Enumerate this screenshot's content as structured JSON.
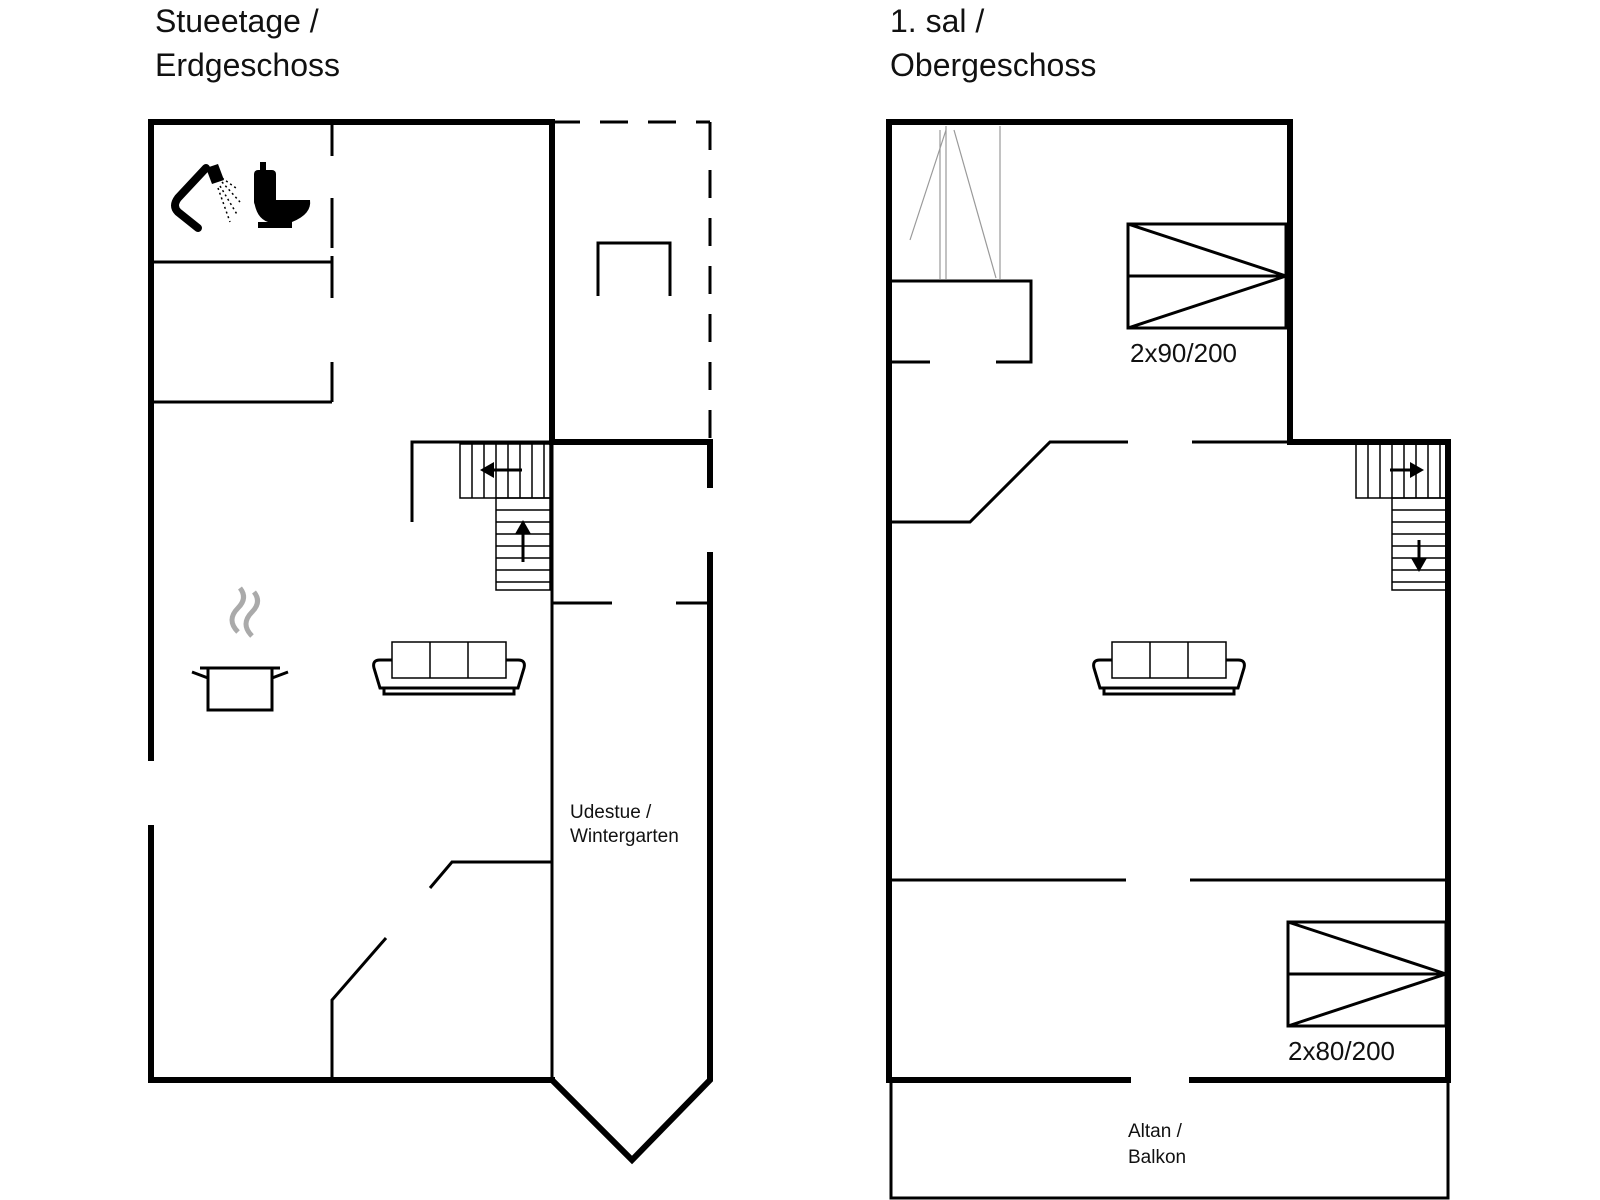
{
  "floors": {
    "ground": {
      "title_line1": "Stueetage /",
      "title_line2": "Erdgeschoss",
      "room_label_line1": "Udestue /",
      "room_label_line2": "Wintergarten"
    },
    "upper": {
      "title_line1": "1. sal /",
      "title_line2": "Obergeschoss",
      "bed1_label": "2x90/200",
      "bed2_label": "2x80/200",
      "balcony_label_line1": "Altan /",
      "balcony_label_line2": "Balkon"
    }
  },
  "icons": {
    "shower": "shower-icon",
    "toilet": "toilet-icon",
    "kitchen": "cooking-pot-icon",
    "sofa": "sofa-icon",
    "stairs": "stairs-icon",
    "bed": "bed-icon"
  }
}
